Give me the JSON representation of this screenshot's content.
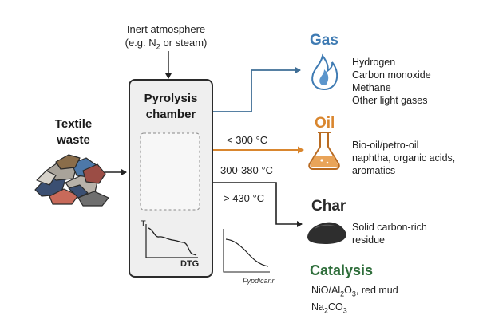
{
  "inert_atmosphere": {
    "line1": "Inert atmosphere",
    "line2_pre": "(e.g. N",
    "line2_sub": "2",
    "line2_post": " or steam)"
  },
  "feedstock": {
    "line1": "Textile",
    "line2": "waste"
  },
  "reactor": {
    "line1": "Pyrolysis",
    "line2": "chamber"
  },
  "temperatures": {
    "low": "< 300 °C",
    "mid": "300-380 °C",
    "high": "> 430 °C"
  },
  "products": {
    "gas": {
      "title": "Gas",
      "items": [
        "Hydrogen",
        "Carbon monoxide",
        "Methane",
        "Other light gases"
      ],
      "color": "#3f7bb3"
    },
    "oil": {
      "title": "Oil",
      "items": [
        "Bio-oil/petro-oil",
        "naphtha, organic acids,",
        "aromatics"
      ],
      "color": "#d9862e"
    },
    "char": {
      "title": "Char",
      "items": [
        "Solid carbon-rich",
        "residue"
      ],
      "color": "#2a2a2a"
    }
  },
  "catalysis": {
    "title": "Catalysis",
    "line1_pre": "NiO/Al",
    "line1_sub1": "2",
    "line1_mid": "O",
    "line1_sub2": "3",
    "line1_post": ", red mud",
    "line2_pre": "Na",
    "line2_sub1": "2",
    "line2_mid": "CO",
    "line2_sub2": "3",
    "color": "#2f6e3b"
  },
  "inset_plots": {
    "tga_axis_label": "T",
    "dtg_label": "DTG",
    "small_plot_label": "Fypdicanr"
  },
  "icons": [
    "flame-icon",
    "flask-icon",
    "char-pile-icon",
    "textile-pile-icon"
  ]
}
